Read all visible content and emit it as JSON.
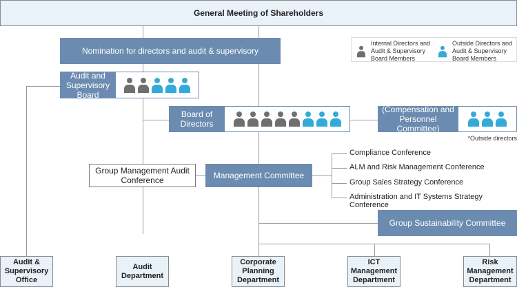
{
  "title": "General Meeting of Shareholders",
  "nomination": "Nomination for directors and audit & supervisory",
  "legend": {
    "internal": "Internal Directors and Audit & Supervisory Board Members",
    "internal_lines": [
      "Internal Directors and",
      "Audit & Supervisory",
      "Board Members"
    ],
    "outside_lines": [
      "Outside Directors and",
      "Audit & Supervisory",
      "Board Members"
    ],
    "colors": {
      "internal": "#6f6f6f",
      "outside": "#34aad8"
    }
  },
  "audit_board": {
    "lines": [
      "Audit and",
      "Supervisory",
      "Board"
    ],
    "internal_count": 2,
    "outside_count": 3
  },
  "board_of_directors": {
    "lines": [
      "Board of",
      "Directors"
    ],
    "internal_count": 5,
    "outside_count": 3
  },
  "compensation": {
    "lines": [
      "(Compensation and",
      "Personnel Committee)"
    ],
    "internal_count": 0,
    "outside_count": 3,
    "note": "*Outside directors"
  },
  "group_audit_conf": {
    "lines": [
      "Group Management Audit",
      "Conference"
    ]
  },
  "management_committee": "Management Committee",
  "conferences": [
    "Compliance Conference",
    "ALM and Risk Management Conference",
    "Group Sales Strategy Conference",
    "Administration and IT Systems Strategy Conference"
  ],
  "sustainability": "Group Sustainability Committee",
  "departments": [
    {
      "lines": [
        "Audit &",
        "Supervisory",
        "Office"
      ]
    },
    {
      "lines": [
        "Audit",
        "Department"
      ]
    },
    {
      "lines": [
        "Corporate",
        "Planning",
        "Department"
      ]
    },
    {
      "lines": [
        "ICT",
        "Management",
        "Department"
      ]
    },
    {
      "lines": [
        "Risk",
        "Management",
        "Department"
      ]
    }
  ],
  "accent_color": "#6b8cb0"
}
